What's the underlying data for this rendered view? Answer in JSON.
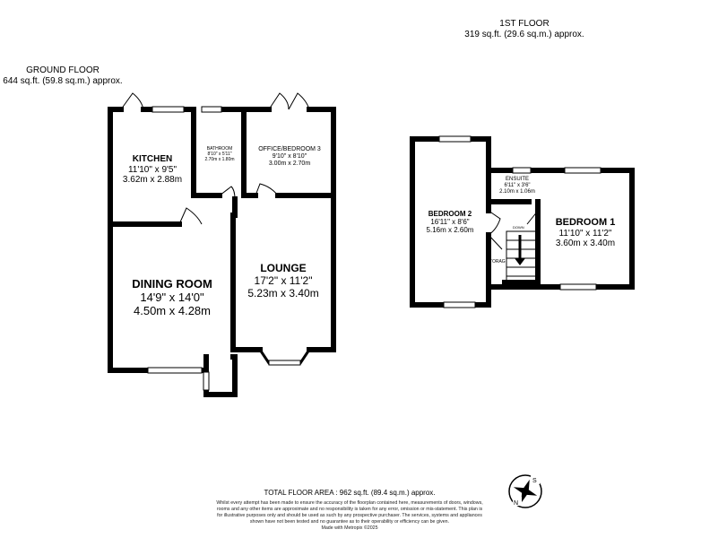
{
  "ground_floor": {
    "title": "GROUND FLOOR",
    "area": "644 sq.ft. (59.8 sq.m.) approx.",
    "rooms": {
      "kitchen": {
        "name": "KITCHEN",
        "imperial": "11'10\"  x 9'5\"",
        "metric": "3.62m  x 2.88m"
      },
      "bathroom": {
        "name": "BATHROOM",
        "imperial": "8'10\"  x 5'11\"",
        "metric": "2.70m  x 1.80m"
      },
      "office": {
        "name": "OFFICE/BEDROOM 3",
        "imperial": "9'10\"  x 8'10\"",
        "metric": "3.00m  x 2.70m"
      },
      "dining": {
        "name": "DINING ROOM",
        "imperial": "14'9\"  x 14'0\"",
        "metric": "4.50m  x 4.28m"
      },
      "lounge": {
        "name": "LOUNGE",
        "imperial": "17'2\"  x 11'2\"",
        "metric": "5.23m  x 3.40m"
      }
    }
  },
  "first_floor": {
    "title": "1ST FLOOR",
    "area": "319 sq.ft. (29.6 sq.m.) approx.",
    "rooms": {
      "bedroom2": {
        "name": "BEDROOM 2",
        "imperial": "16'11\"  x 8'6\"",
        "metric": "5.16m  x 2.60m"
      },
      "ensuite": {
        "name": "ENSUITE",
        "imperial": "6'11\"  x 3'6\"",
        "metric": "2.10m  x 1.06m"
      },
      "bedroom1": {
        "name": "BEDROOM 1",
        "imperial": "11'10\"  x 11'2\"",
        "metric": "3.60m  x 3.40m"
      },
      "storage": {
        "name": "TORAG"
      },
      "stairs": {
        "label": "DOWN"
      }
    }
  },
  "footer": {
    "total": "TOTAL FLOOR AREA : 962 sq.ft. (89.4 sq.m.) approx.",
    "disclaimer": "Whilst every attempt has been made to ensure the accuracy of the floorplan contained here, measurements of doors, windows, rooms and any other items are approximate and no responsibility is taken for any error, omission or mis-statement. This plan is for illustrative purposes only and should be used as such by any prospective purchaser. The services, systems and appliances shown have not been tested and no guarantee as to their operability or efficiency can be given.",
    "credit": "Made with Metropix ©2025"
  },
  "compass": {
    "labels": [
      "N",
      "S"
    ]
  }
}
